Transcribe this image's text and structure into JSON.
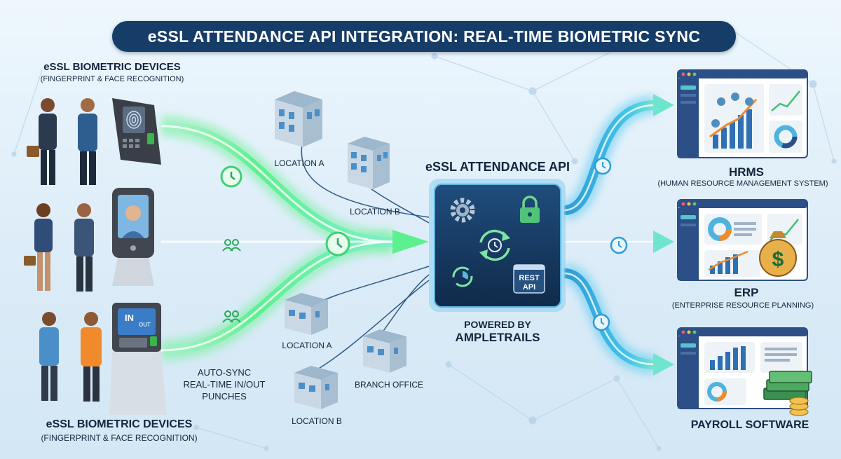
{
  "title": "eSSL ATTENDANCE API INTEGRATION: REAL-TIME BIOMETRIC SYNC",
  "devices_top": {
    "title": "eSSL BIOMETRIC DEVICES",
    "subtitle": "(FINGERPRINT & FACE RECOGNITION)"
  },
  "devices_bottom": {
    "title": "eSSL BIOMETRIC DEVICES",
    "subtitle": "(FINGERPRINT & FACE RECOGNITION)"
  },
  "kiosk_screen": {
    "in": "IN",
    "out": "OUT"
  },
  "locations": {
    "top_a": "LOCATION A",
    "top_b": "LOCATION B",
    "bottom_a": "LOCATION A",
    "bottom_b": "LOCATION B",
    "branch": "BRANCH OFFICE"
  },
  "sync_note": [
    "AUTO-SYNC",
    "REAL-TIME IN/OUT",
    "PUNCHES"
  ],
  "api": {
    "title": "eSSL ATTENDANCE API",
    "rest_line1": "REST",
    "rest_line2": "API",
    "powered_line1": "POWERED BY",
    "powered_line2": "AMPLETRAILS"
  },
  "targets": {
    "hrms": {
      "title": "HRMS",
      "subtitle": "(HUMAN RESOURCE MANAGEMENT SYSTEM)"
    },
    "erp": {
      "title": "ERP",
      "subtitle": "(ENTERPRISE RESOURCE PLANNING)"
    },
    "payroll": {
      "title": "PAYROLL SOFTWARE"
    }
  },
  "money_symbol": "$",
  "icons": [
    "fingerprint-icon",
    "face-scan-icon",
    "clock-icon",
    "users-icon",
    "gear-icon",
    "lock-icon",
    "sync-icon",
    "money-bag-icon",
    "cash-stack-icon"
  ],
  "colors": {
    "title_bg": "#163c68",
    "green_flow": "#5df08e",
    "blue_flow": "#38b7ea",
    "api_panel": "#17375f",
    "dashboard_header": "#2b4f86"
  }
}
